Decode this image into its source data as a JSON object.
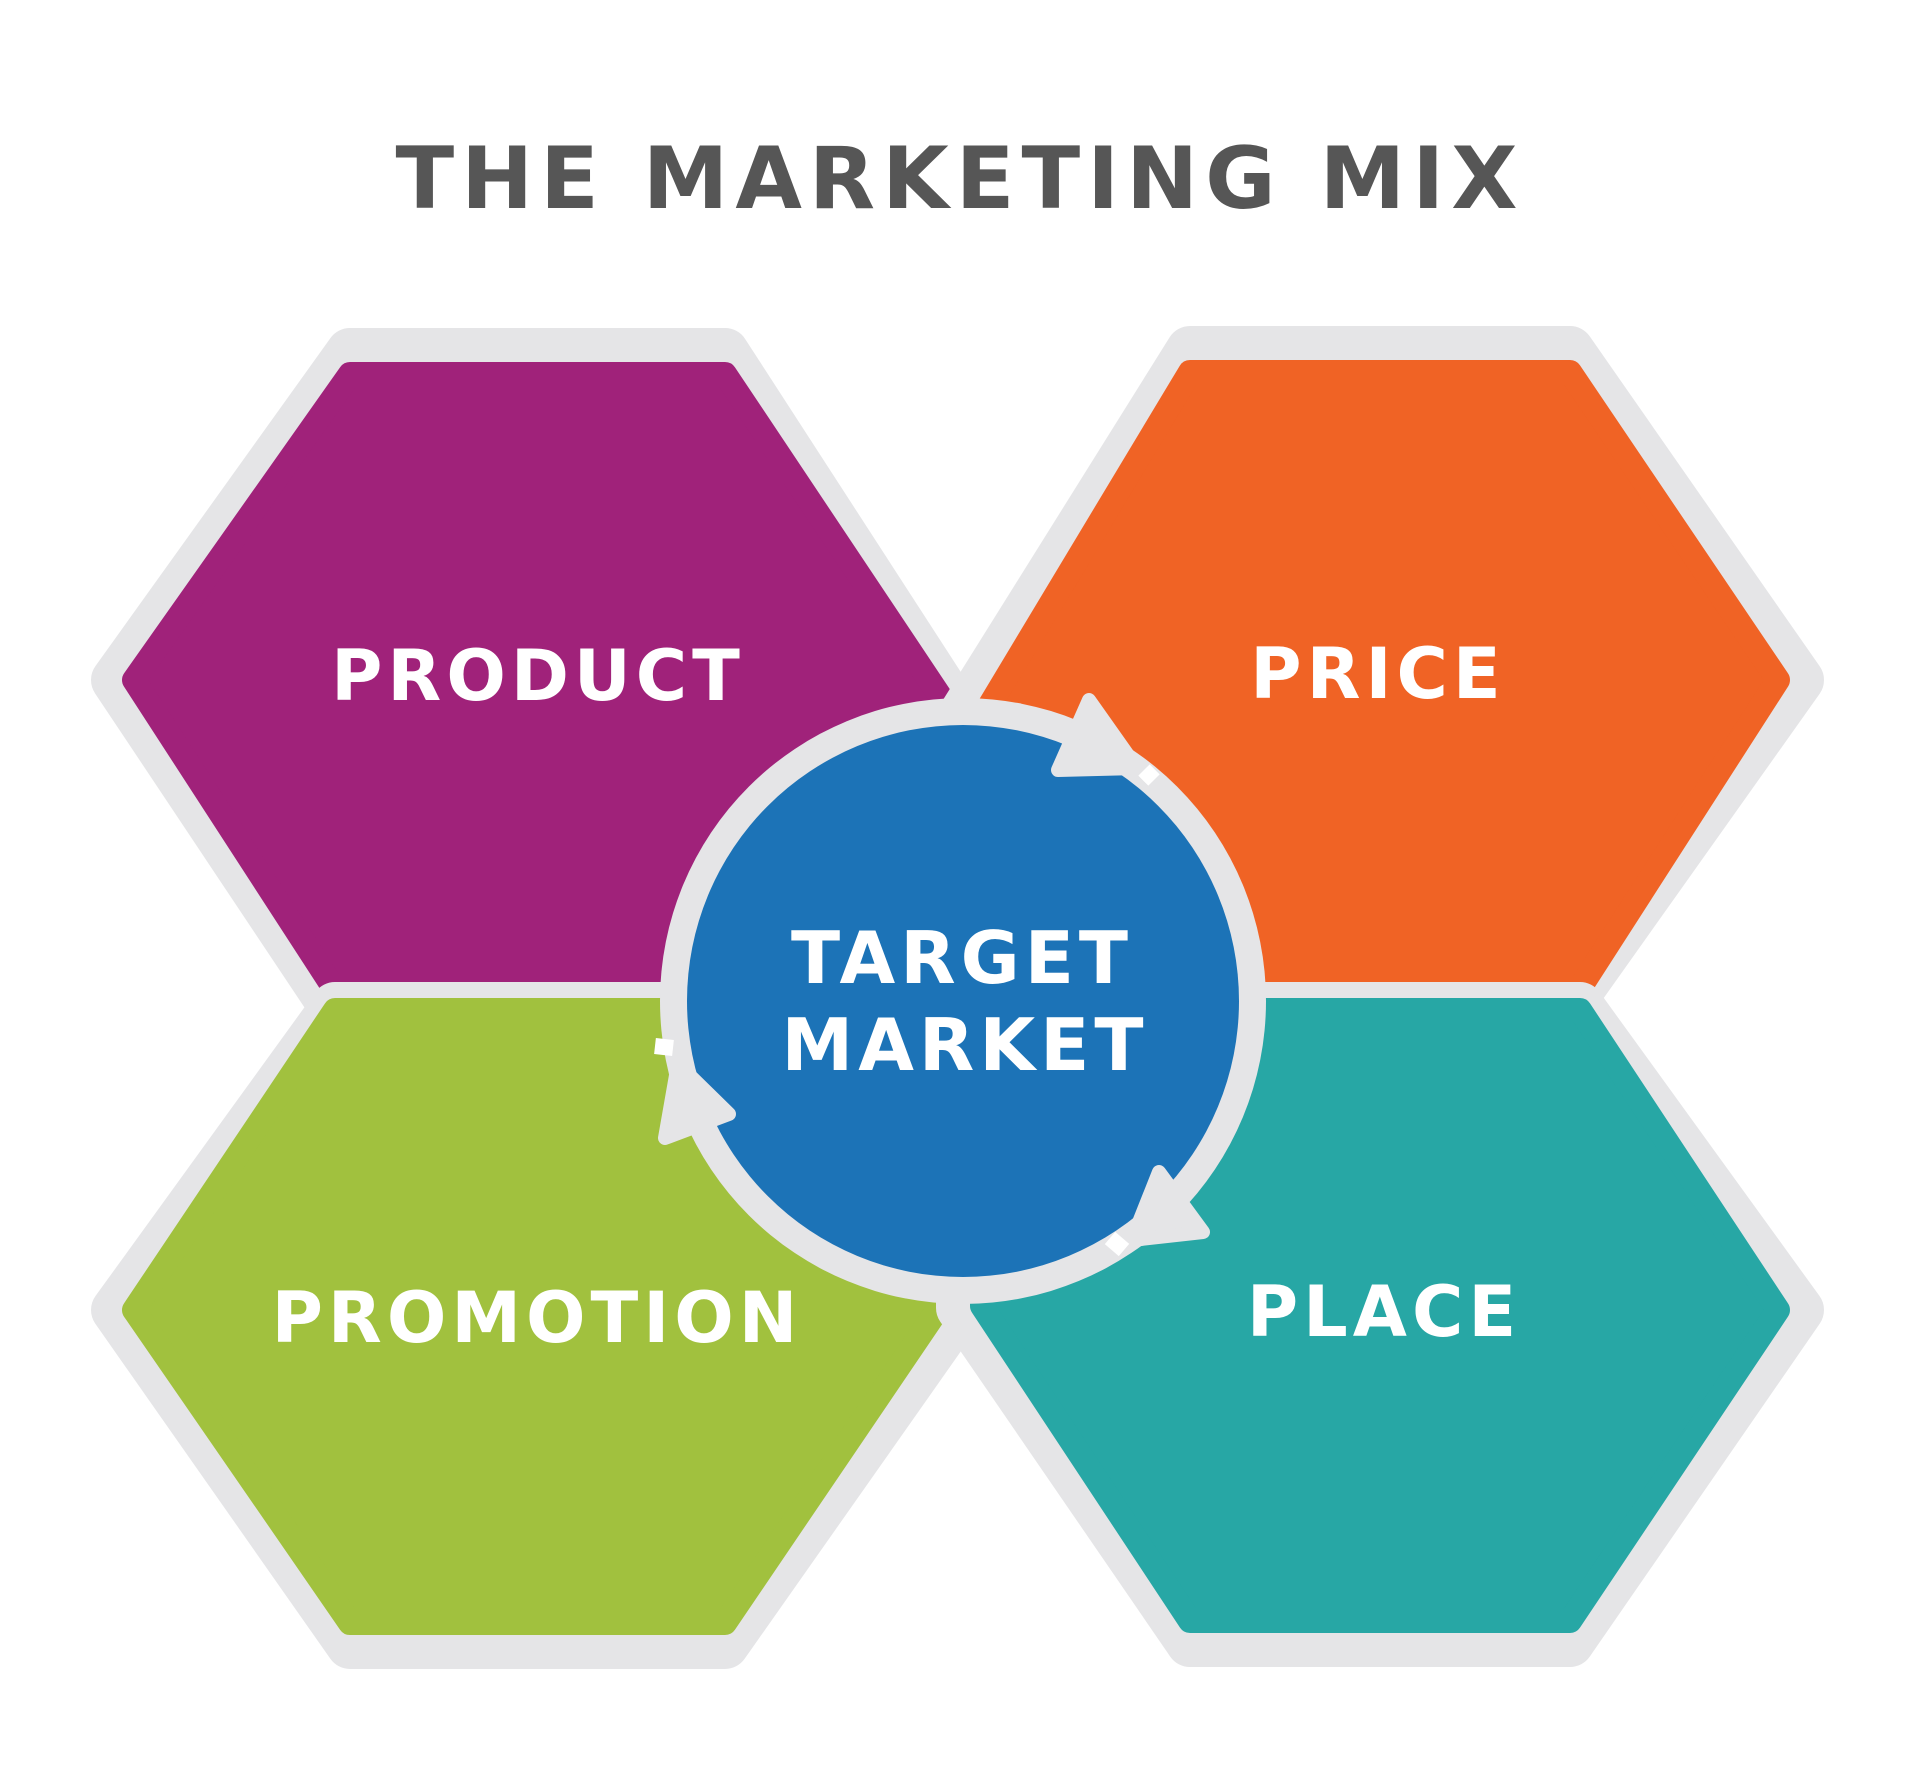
{
  "title": "THE MARKETING MIX",
  "center": {
    "line1": "TARGET",
    "line2": "MARKET"
  },
  "segments": [
    {
      "id": "product",
      "label": "PRODUCT",
      "color": "#a0227a"
    },
    {
      "id": "price",
      "label": "PRICE",
      "color": "#f06325"
    },
    {
      "id": "promotion",
      "label": "PROMOTION",
      "color": "#a1c13e"
    },
    {
      "id": "place",
      "label": "PLACE",
      "color": "#27a7a5"
    }
  ],
  "colors": {
    "title": "#565656",
    "border": "#e5e5e7",
    "center": "#1c73b7",
    "label": "#ffffff",
    "background": "#ffffff"
  },
  "icons": [
    "cycle-arrow-icon"
  ]
}
